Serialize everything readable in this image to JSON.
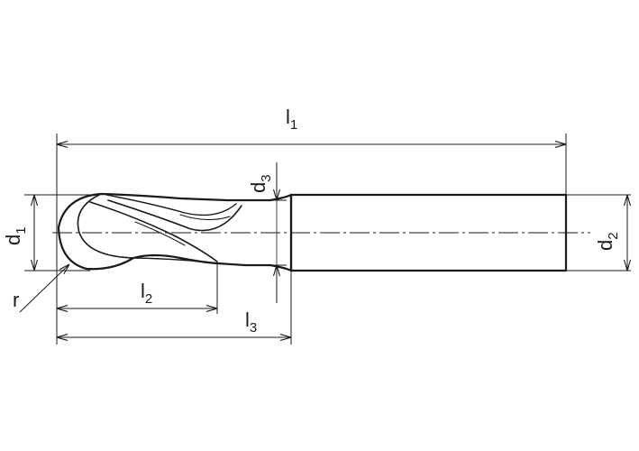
{
  "diagram": {
    "subject": "ball nose end mill",
    "line_color": "#1a1a1a",
    "background": "#ffffff",
    "labels": {
      "l1": {
        "base": "l",
        "sub": "1"
      },
      "l2": {
        "base": "l",
        "sub": "2"
      },
      "l3": {
        "base": "l",
        "sub": "3"
      },
      "d1": {
        "base": "d",
        "sub": "1"
      },
      "d2": {
        "base": "d",
        "sub": "2"
      },
      "d3": {
        "base": "d",
        "sub": "3"
      },
      "r": {
        "base": "r"
      }
    }
  }
}
